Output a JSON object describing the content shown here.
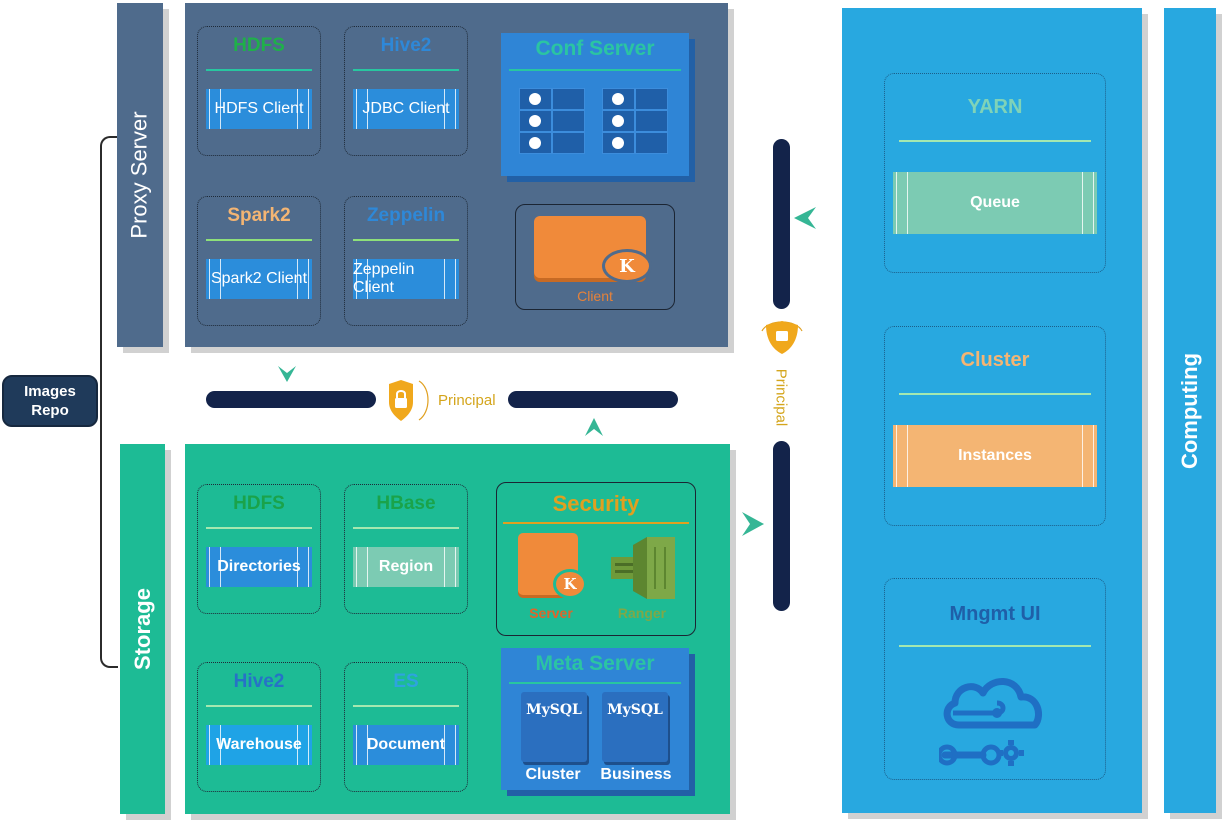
{
  "images_repo": {
    "line1": "Images",
    "line2": "Repo"
  },
  "proxy_server": {
    "label": "Proxy Server",
    "modules": [
      {
        "title": "HDFS",
        "client": "HDFS Client"
      },
      {
        "title": "Hive2",
        "client": "JDBC Client"
      },
      {
        "title": "Spark2",
        "client": "Spark2 Client"
      },
      {
        "title": "Zeppelin",
        "client": "Zeppelin Client"
      }
    ],
    "conf_server": "Conf Server",
    "kerberos_client": {
      "badge": "K",
      "label": "Client"
    }
  },
  "principal_h": "Principal",
  "principal_v": "Principal",
  "storage": {
    "label": "Storage",
    "modules": [
      {
        "title": "HDFS",
        "item": "Directories"
      },
      {
        "title": "HBase",
        "item": "Region"
      },
      {
        "title": "Hive2",
        "item": "Warehouse"
      },
      {
        "title": "ES",
        "item": "Document"
      }
    ],
    "security": {
      "title": "Security",
      "server_badge": "K",
      "server_label": "Server",
      "ranger_label": "Ranger"
    },
    "meta_server": {
      "title": "Meta Server",
      "db1_label": "MySQL",
      "db2_label": "MySQL",
      "db1_caption": "Cluster",
      "db2_caption": "Business"
    }
  },
  "computing": {
    "label": "Computing",
    "yarn": {
      "title": "YARN",
      "item": "Queue"
    },
    "cluster": {
      "title": "Cluster",
      "item": "Instances"
    },
    "mngmt": {
      "title": "Mngmt UI"
    }
  },
  "colors": {
    "proxy_bg": "#4f6b8c",
    "proxy_side": "#4d6988",
    "storage_bg": "#1dbb95",
    "computing_bg": "#28a8e0",
    "bus": "#13234a",
    "hdfs_green": "#1fb04a",
    "hive_blue": "#2b7fd4",
    "spark_orange": "#f4b573",
    "security_gold": "#e0a020",
    "k_orange": "#f08a3a",
    "ranger_green": "#6f9a3a"
  }
}
